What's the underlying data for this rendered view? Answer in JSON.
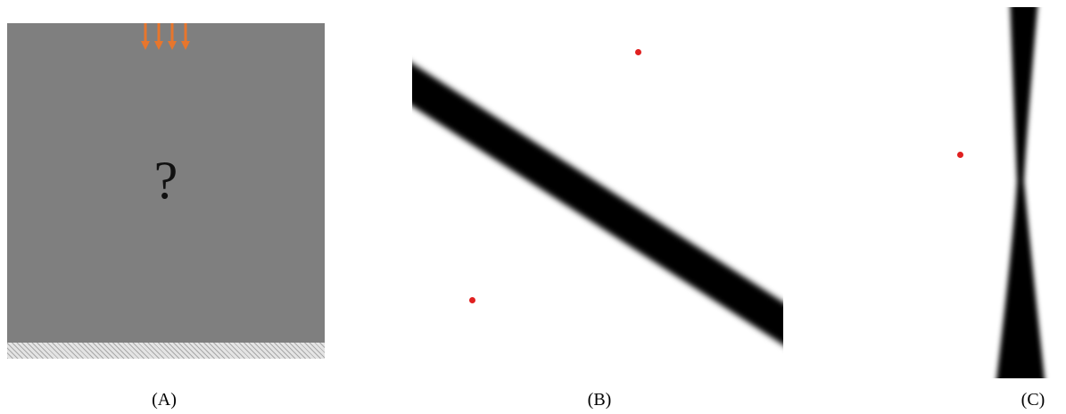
{
  "panels": {
    "a": {
      "caption": "(A)",
      "unknown_symbol": "?",
      "load_arrow_count": 4,
      "load_color": "#e8762c",
      "domain_color": "#7f7f7f",
      "support": "hatched-fixed-boundary"
    },
    "b": {
      "caption": "(B)",
      "structure": "diagonal-black-bar",
      "point_color": "#e02020"
    },
    "c": {
      "caption": "(C)",
      "structure": "hourglass-black-column",
      "point_color": "#e02020"
    }
  }
}
